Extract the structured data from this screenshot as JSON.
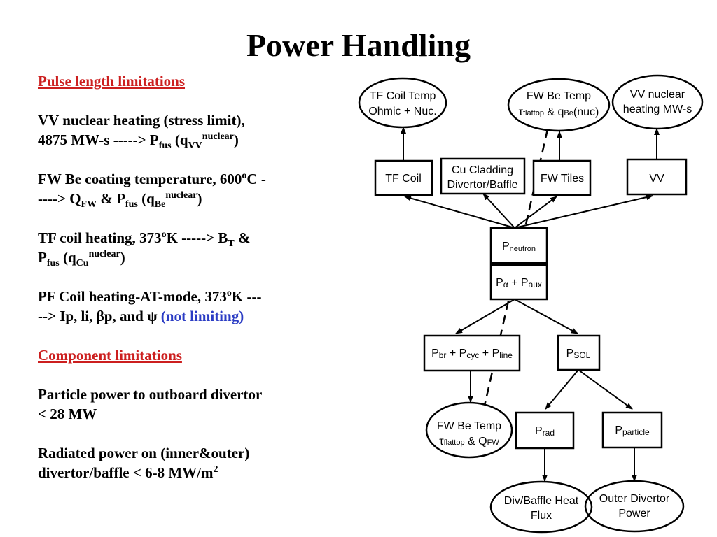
{
  "slide": {
    "title": "Power Handling"
  },
  "pulse_section": {
    "heading": "Pulse length limitations",
    "vv": {
      "line1": "VV nuclear heating (stress limit),",
      "l2a": "4875 MW-s -----> P",
      "s1": "fus",
      "l2b": " (q",
      "s2": "VV",
      "sup": "nuclear",
      "l2c": ")"
    },
    "fw": {
      "l1a": "FW Be coating temperature, 600",
      "deg": "o",
      "l1b": "C -",
      "l2a": "----> Q",
      "s1": "FW",
      "l2b": " & P",
      "s2": "fus",
      "l2c": " (q",
      "s3": "Be",
      "sup": "nuclear",
      "l2d": ")"
    },
    "tf": {
      "l1a": "TF coil heating, 373",
      "deg": "o",
      "l1b": "K -----> B",
      "s1": "T",
      "l1c": " &",
      "l2a": "P",
      "s2": "fus",
      "l2b": " (q",
      "s3": "Cu",
      "sup": "nuclear",
      "l2c": ")"
    },
    "pf": {
      "l1a": "PF Coil heating-AT-mode, 373",
      "deg": "o",
      "l1b": "K ---",
      "l2a": "--> Ip, li, βp, and ψ  ",
      "note": "(not limiting)"
    }
  },
  "component_section": {
    "heading": "Component limitations",
    "particle": {
      "line1": "Particle power to outboard divertor",
      "line2": "< 28 MW"
    },
    "radiated": {
      "line1": "Radiated power on (inner&outer)",
      "l2a": "divertor/baffle < 6-8 MW/m",
      "sup": "2"
    }
  },
  "diagram": {
    "tf_temp": {
      "line1": "TF Coil Temp",
      "line2": "Ohmic + Nuc."
    },
    "fw_be_temp_top": {
      "line1": "FW Be Temp",
      "tau": "τ",
      "flattop": "flattop",
      "amp": " & q",
      "be": "Be",
      "nuc": "(nuc)"
    },
    "vv_heating": {
      "line1": "VV nuclear",
      "line2": "heating MW-s"
    },
    "tf_coil": "TF Coil",
    "cu_cladding": {
      "line1": "Cu Cladding",
      "line2": "Divertor/Baffle"
    },
    "fw_tiles": "FW Tiles",
    "vv": "VV",
    "p_neutron": {
      "p": "P",
      "sub": "neutron"
    },
    "p_alpha_aux": {
      "p1": "P",
      "alpha": "α",
      "plus": " + P",
      "aux": "aux"
    },
    "p_br_cyc_line": {
      "p1": "P",
      "br": "br",
      "p2": " + P",
      "cyc": "cyc",
      "p3": " + P",
      "line": "line"
    },
    "p_sol": {
      "p": "P",
      "sub": "SOL"
    },
    "fw_be_temp_bottom": {
      "line1": "FW Be Temp",
      "tau": "τ",
      "flattop": "flattop",
      "amp": " & Q",
      "fw": "FW"
    },
    "p_rad": {
      "p": "P",
      "sub": "rad"
    },
    "p_particle": {
      "p": "P",
      "sub": "particle"
    },
    "div_baffle_flux": {
      "line1": "Div/Baffle Heat",
      "line2": "Flux"
    },
    "outer_divertor_power": {
      "line1": "Outer Divertor",
      "line2": "Power"
    }
  },
  "colors": {
    "heading_red": "#cc1f1f",
    "note_blue": "#2b3cc4"
  }
}
